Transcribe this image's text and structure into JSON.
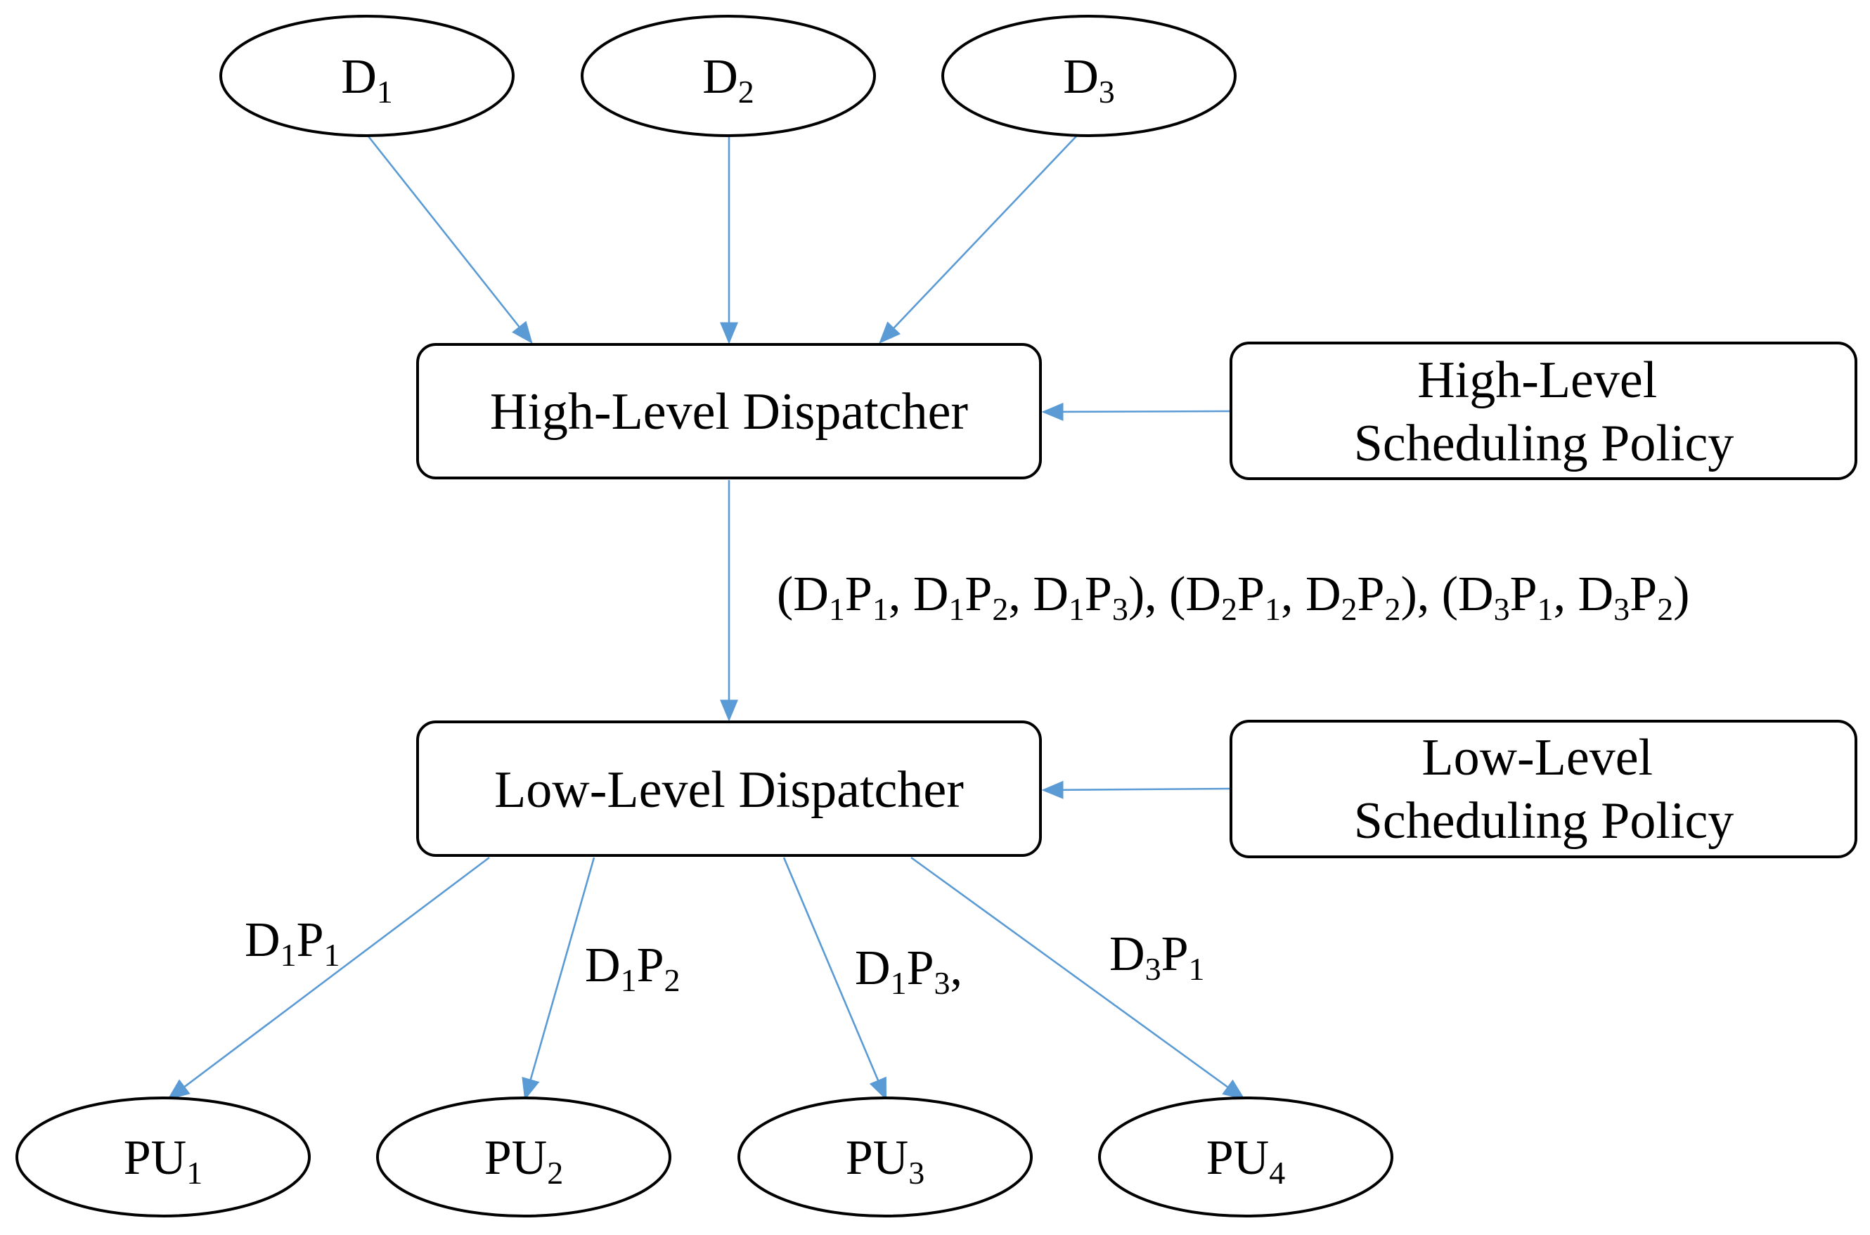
{
  "colors": {
    "edge": "#5b9bd5",
    "stroke": "#000000",
    "background": "#ffffff"
  },
  "nodes": {
    "d1": {
      "base": "D",
      "sub": "1"
    },
    "d2": {
      "base": "D",
      "sub": "2"
    },
    "d3": {
      "base": "D",
      "sub": "3"
    },
    "high_dispatcher": {
      "label": "High-Level Dispatcher"
    },
    "high_policy": {
      "line1": "High-Level",
      "line2": "Scheduling Policy"
    },
    "low_dispatcher": {
      "label": "Low-Level Dispatcher"
    },
    "low_policy": {
      "line1": "Low-Level",
      "line2": "Scheduling Policy"
    },
    "pu1": {
      "base": "PU",
      "sub": "1"
    },
    "pu2": {
      "base": "PU",
      "sub": "2"
    },
    "pu3": {
      "base": "PU",
      "sub": "3"
    },
    "pu4": {
      "base": "PU",
      "sub": "4"
    }
  },
  "edge_labels": {
    "partition_list": [
      {
        "t": "(D",
        "s": false
      },
      {
        "t": "1",
        "s": true
      },
      {
        "t": "P",
        "s": false
      },
      {
        "t": "1",
        "s": true
      },
      {
        "t": ", D",
        "s": false
      },
      {
        "t": "1",
        "s": true
      },
      {
        "t": "P",
        "s": false
      },
      {
        "t": "2",
        "s": true
      },
      {
        "t": ", D",
        "s": false
      },
      {
        "t": "1",
        "s": true
      },
      {
        "t": "P",
        "s": false
      },
      {
        "t": "3",
        "s": true
      },
      {
        "t": "), (D",
        "s": false
      },
      {
        "t": "2",
        "s": true
      },
      {
        "t": "P",
        "s": false
      },
      {
        "t": "1",
        "s": true
      },
      {
        "t": ", D",
        "s": false
      },
      {
        "t": "2",
        "s": true
      },
      {
        "t": "P",
        "s": false
      },
      {
        "t": "2",
        "s": true
      },
      {
        "t": "), (D",
        "s": false
      },
      {
        "t": "3",
        "s": true
      },
      {
        "t": "P",
        "s": false
      },
      {
        "t": "1",
        "s": true
      },
      {
        "t": ", D",
        "s": false
      },
      {
        "t": "3",
        "s": true
      },
      {
        "t": "P",
        "s": false
      },
      {
        "t": "2",
        "s": true
      },
      {
        "t": ")",
        "s": false
      }
    ],
    "to_pu1": {
      "a": "D",
      "a_sub": "1",
      "b": "P",
      "b_sub": "1",
      "tail": ""
    },
    "to_pu2": {
      "a": "D",
      "a_sub": "1",
      "b": "P",
      "b_sub": "2",
      "tail": ""
    },
    "to_pu3": {
      "a": "D",
      "a_sub": "1",
      "b": "P",
      "b_sub": "3",
      "tail": ","
    },
    "to_pu4": {
      "a": "D",
      "a_sub": "3",
      "b": "P",
      "b_sub": "1",
      "tail": ""
    }
  }
}
